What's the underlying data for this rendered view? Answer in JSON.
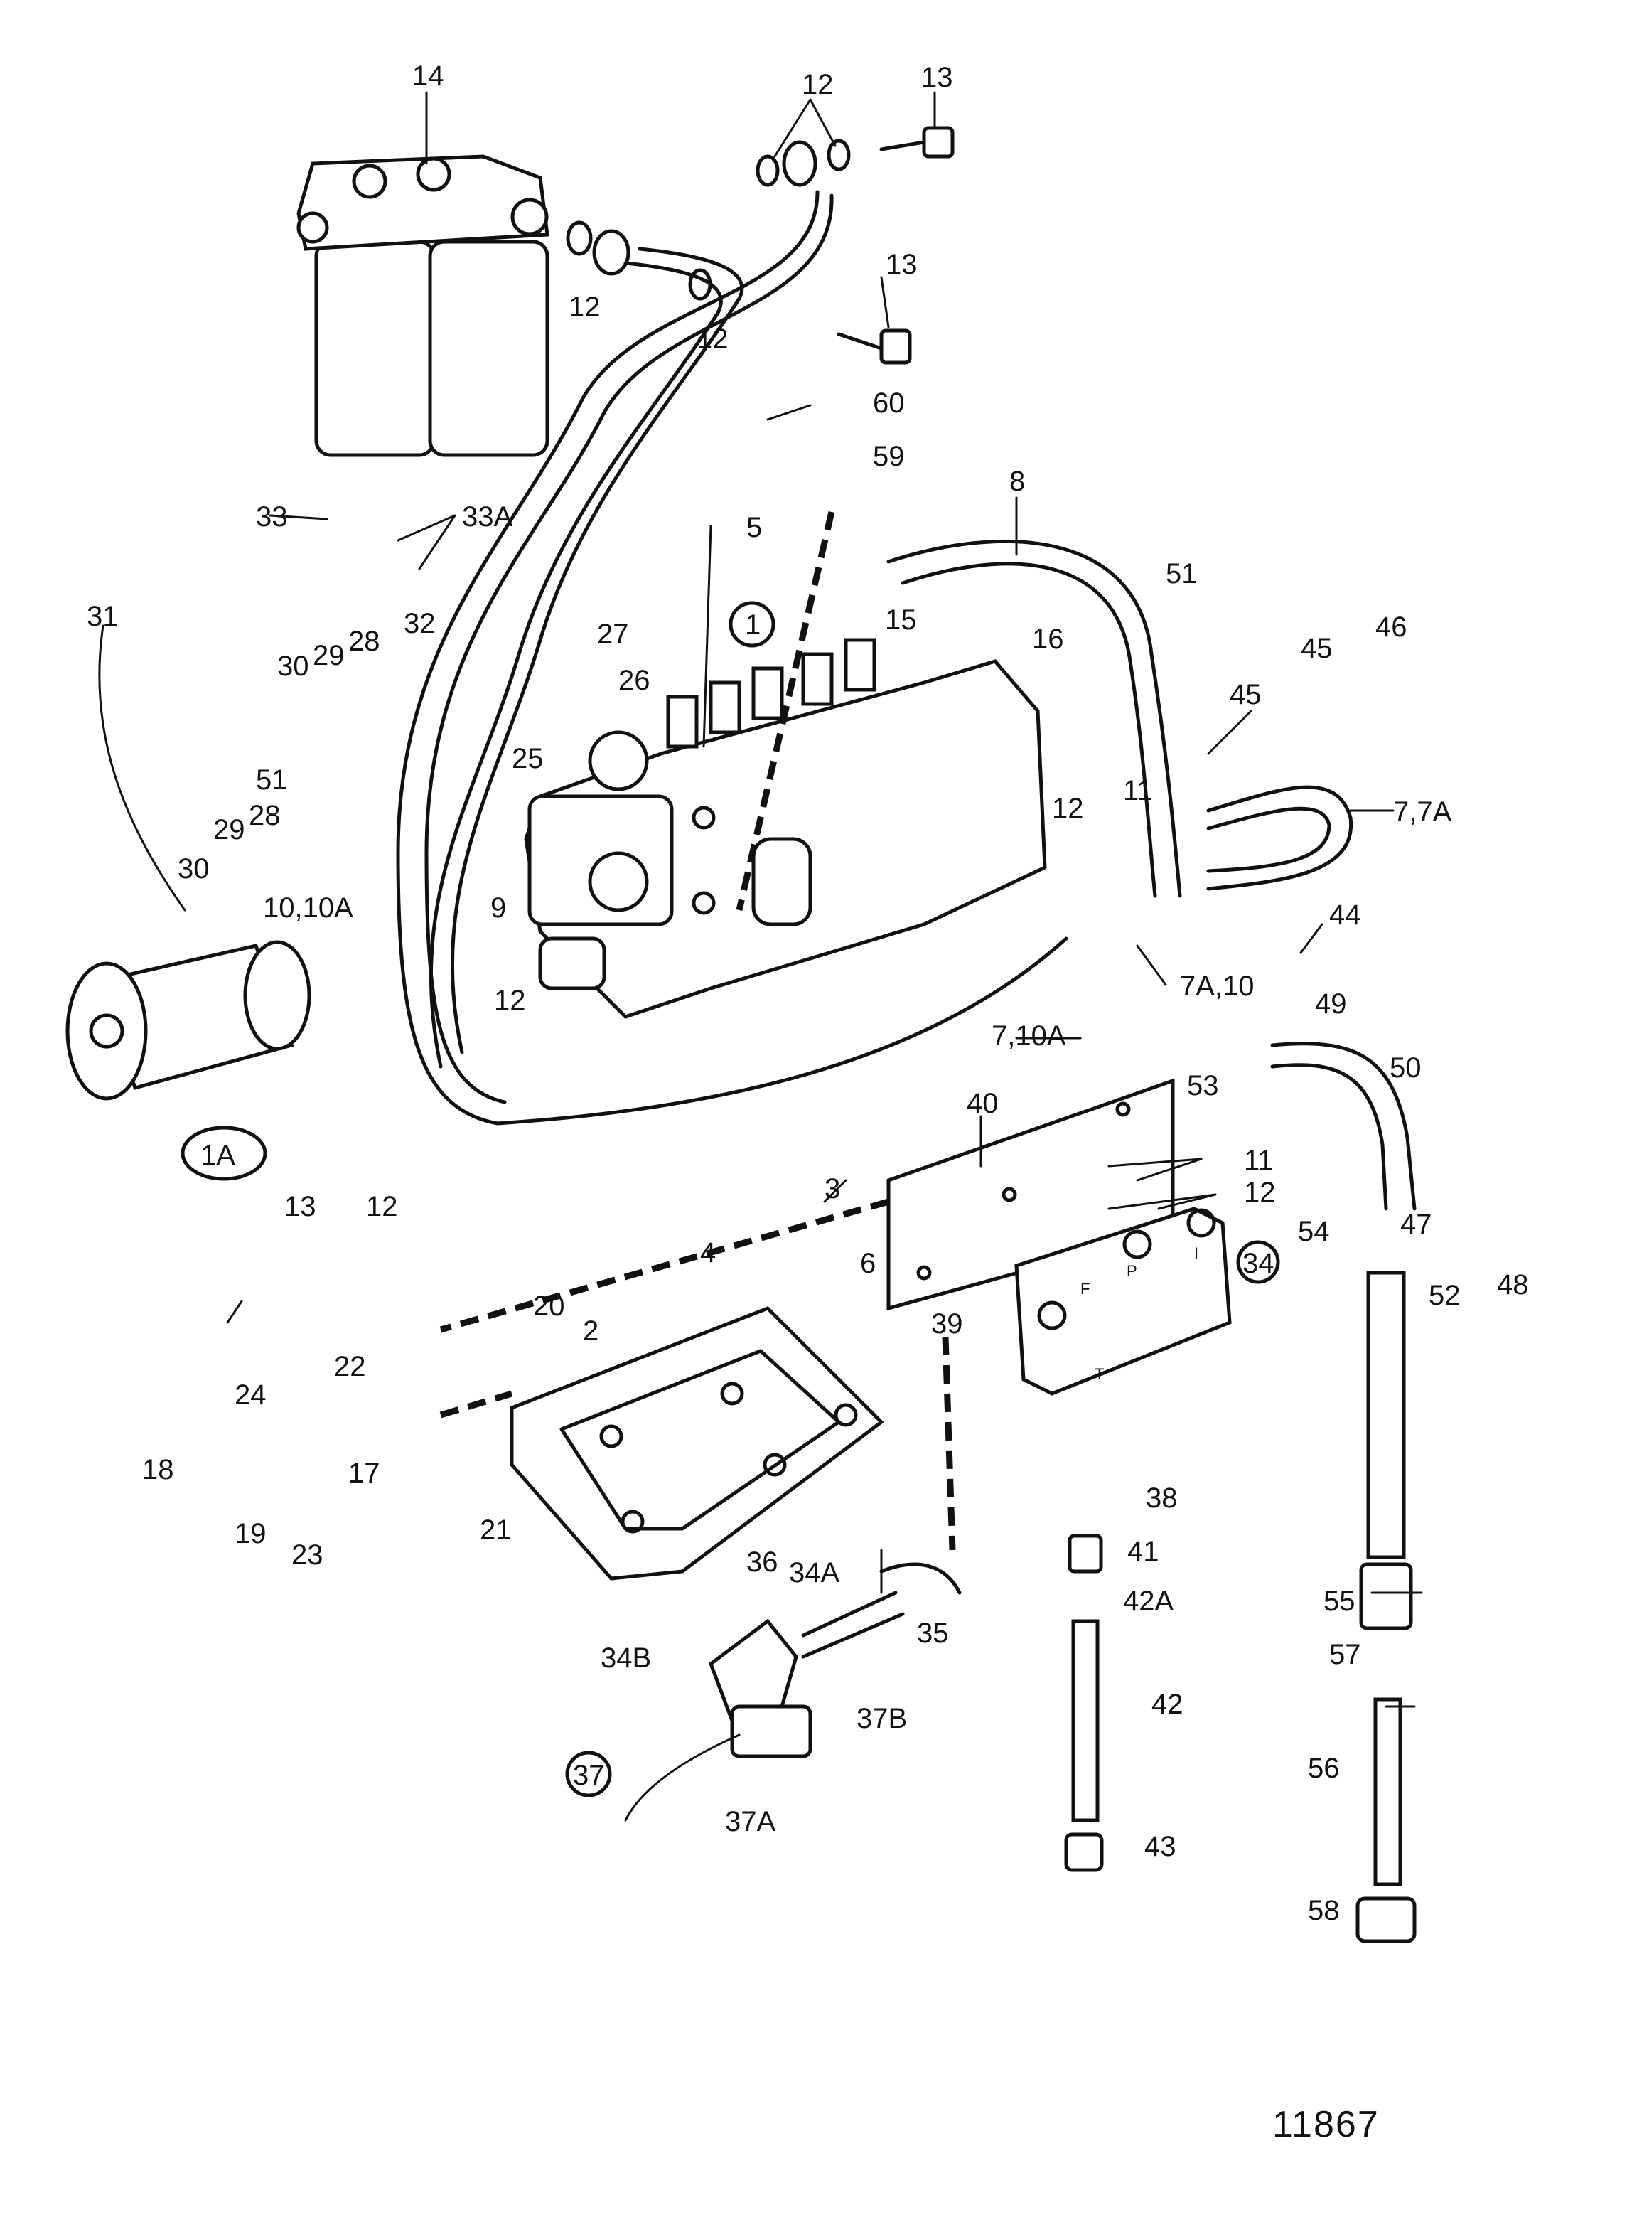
{
  "diagram": {
    "drawing_number": "11867",
    "callouts": [
      {
        "id": "c14",
        "text": "14"
      },
      {
        "id": "c12a",
        "text": "12"
      },
      {
        "id": "c13a",
        "text": "13"
      },
      {
        "id": "c12b",
        "text": "12"
      },
      {
        "id": "c12c",
        "text": "12"
      },
      {
        "id": "c13b",
        "text": "13"
      },
      {
        "id": "c60",
        "text": "60"
      },
      {
        "id": "c59",
        "text": "59"
      },
      {
        "id": "c8",
        "text": "8"
      },
      {
        "id": "c33",
        "text": "33"
      },
      {
        "id": "c33a",
        "text": "33A"
      },
      {
        "id": "c5",
        "text": "5"
      },
      {
        "id": "c31",
        "text": "31"
      },
      {
        "id": "c32",
        "text": "32"
      },
      {
        "id": "c28a",
        "text": "28"
      },
      {
        "id": "c29a",
        "text": "29"
      },
      {
        "id": "c30a",
        "text": "30"
      },
      {
        "id": "c27",
        "text": "27"
      },
      {
        "id": "c1",
        "text": "1"
      },
      {
        "id": "c15",
        "text": "15"
      },
      {
        "id": "c16",
        "text": "16"
      },
      {
        "id": "c51a",
        "text": "51"
      },
      {
        "id": "c46",
        "text": "46"
      },
      {
        "id": "c45a",
        "text": "45"
      },
      {
        "id": "c45b",
        "text": "45"
      },
      {
        "id": "c26",
        "text": "26"
      },
      {
        "id": "c25",
        "text": "25"
      },
      {
        "id": "c51b",
        "text": "51"
      },
      {
        "id": "c28b",
        "text": "28"
      },
      {
        "id": "c29b",
        "text": "29"
      },
      {
        "id": "c30b",
        "text": "30"
      },
      {
        "id": "c10",
        "text": "10,10A"
      },
      {
        "id": "c9",
        "text": "9"
      },
      {
        "id": "c12d",
        "text": "12"
      },
      {
        "id": "c11a",
        "text": "11"
      },
      {
        "id": "c77a",
        "text": "7,7A"
      },
      {
        "id": "c44",
        "text": "44"
      },
      {
        "id": "c7a10",
        "text": "7A,10"
      },
      {
        "id": "c49",
        "text": "49"
      },
      {
        "id": "c50",
        "text": "50"
      },
      {
        "id": "c12e",
        "text": "12"
      },
      {
        "id": "c1a",
        "text": "1A"
      },
      {
        "id": "c13c",
        "text": "13"
      },
      {
        "id": "c12f",
        "text": "12"
      },
      {
        "id": "c710a",
        "text": "7,10A"
      },
      {
        "id": "c40",
        "text": "40"
      },
      {
        "id": "c53",
        "text": "53"
      },
      {
        "id": "c11b",
        "text": "11"
      },
      {
        "id": "c12g",
        "text": "12"
      },
      {
        "id": "c54",
        "text": "54"
      },
      {
        "id": "c47",
        "text": "47"
      },
      {
        "id": "c48",
        "text": "48"
      },
      {
        "id": "c3",
        "text": "3"
      },
      {
        "id": "c4",
        "text": "4"
      },
      {
        "id": "c6",
        "text": "6"
      },
      {
        "id": "c20",
        "text": "20"
      },
      {
        "id": "c2",
        "text": "2"
      },
      {
        "id": "c22",
        "text": "22"
      },
      {
        "id": "c24",
        "text": "24"
      },
      {
        "id": "c18",
        "text": "18"
      },
      {
        "id": "c17",
        "text": "17"
      },
      {
        "id": "c19",
        "text": "19"
      },
      {
        "id": "c23",
        "text": "23"
      },
      {
        "id": "c21",
        "text": "21"
      },
      {
        "id": "c39",
        "text": "39"
      },
      {
        "id": "c34",
        "text": "34"
      },
      {
        "id": "c52",
        "text": "52"
      },
      {
        "id": "c38",
        "text": "38"
      },
      {
        "id": "c36",
        "text": "36"
      },
      {
        "id": "c34a",
        "text": "34A"
      },
      {
        "id": "c41",
        "text": "41"
      },
      {
        "id": "c42a",
        "text": "42A"
      },
      {
        "id": "c55",
        "text": "55"
      },
      {
        "id": "c57",
        "text": "57"
      },
      {
        "id": "c34b",
        "text": "34B"
      },
      {
        "id": "c35",
        "text": "35"
      },
      {
        "id": "c37b",
        "text": "37B"
      },
      {
        "id": "c42",
        "text": "42"
      },
      {
        "id": "c56",
        "text": "56"
      },
      {
        "id": "c37",
        "text": "37"
      },
      {
        "id": "c37a",
        "text": "37A"
      },
      {
        "id": "c43",
        "text": "43"
      },
      {
        "id": "c58",
        "text": "58"
      }
    ],
    "port_letters": {
      "f": "F",
      "p": "P",
      "i": "I",
      "t": "T"
    }
  }
}
